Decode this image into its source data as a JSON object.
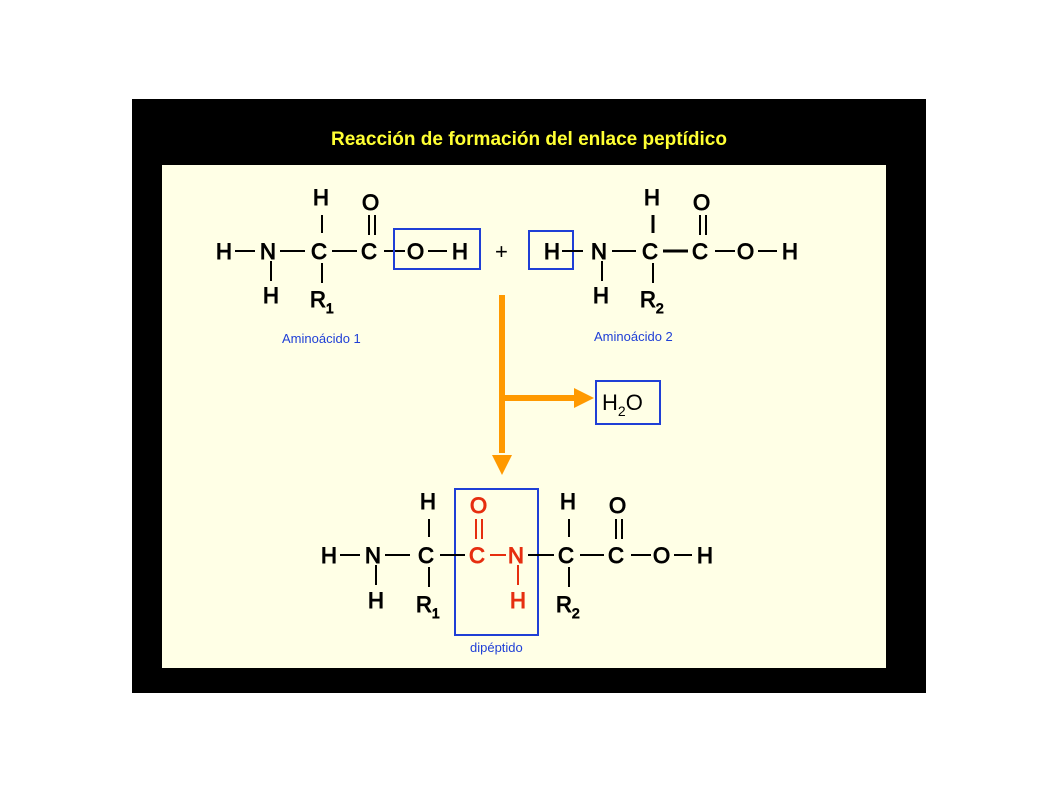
{
  "title": "Reacción de formación del enlace peptídico",
  "colors": {
    "background": "#000000",
    "panel": "#ffffe6",
    "title": "#ffff33",
    "atoms": "#000000",
    "highlight_box": "#1f3fd6",
    "peptide_bond": "#e62e10",
    "arrow": "#ff9900",
    "caption": "#1f3fd6"
  },
  "amino_acid_1": {
    "caption": "Aminoácido 1",
    "substituent": "R",
    "substituent_index": "1",
    "atoms": {
      "h_left": "H",
      "n": "N",
      "h_top": "H",
      "c_alpha": "C",
      "c_carbonyl": "C",
      "o_double": "O",
      "o_hydroxyl": "O",
      "h_hydroxyl": "H",
      "h_amine": "H"
    }
  },
  "plus": "+",
  "amino_acid_2": {
    "caption": "Aminoácido 2",
    "substituent": "R",
    "substituent_index": "2",
    "atoms": {
      "h_left": "H",
      "n": "N",
      "h_top": "H",
      "c_alpha": "C",
      "c_carbonyl": "C",
      "o_double": "O",
      "o_hydroxyl": "O",
      "h_hydroxyl": "H",
      "h_amine": "H"
    }
  },
  "water": {
    "element_h": "H",
    "index": "2",
    "element_o": "O"
  },
  "dipeptide": {
    "caption": "dipéptido",
    "substituent_1": "R",
    "substituent_1_index": "1",
    "substituent_2": "R",
    "substituent_2_index": "2",
    "atoms": {
      "h_left": "H",
      "n1": "N",
      "h_amine": "H",
      "h_top1": "H",
      "c_alpha1": "C",
      "o_peptide": "O",
      "c_peptide": "C",
      "n_peptide": "N",
      "h_peptide": "H",
      "h_top2": "H",
      "c_alpha2": "C",
      "o_double": "O",
      "c_carbonyl": "C",
      "o_hydroxyl": "O",
      "h_hydroxyl": "H"
    }
  }
}
